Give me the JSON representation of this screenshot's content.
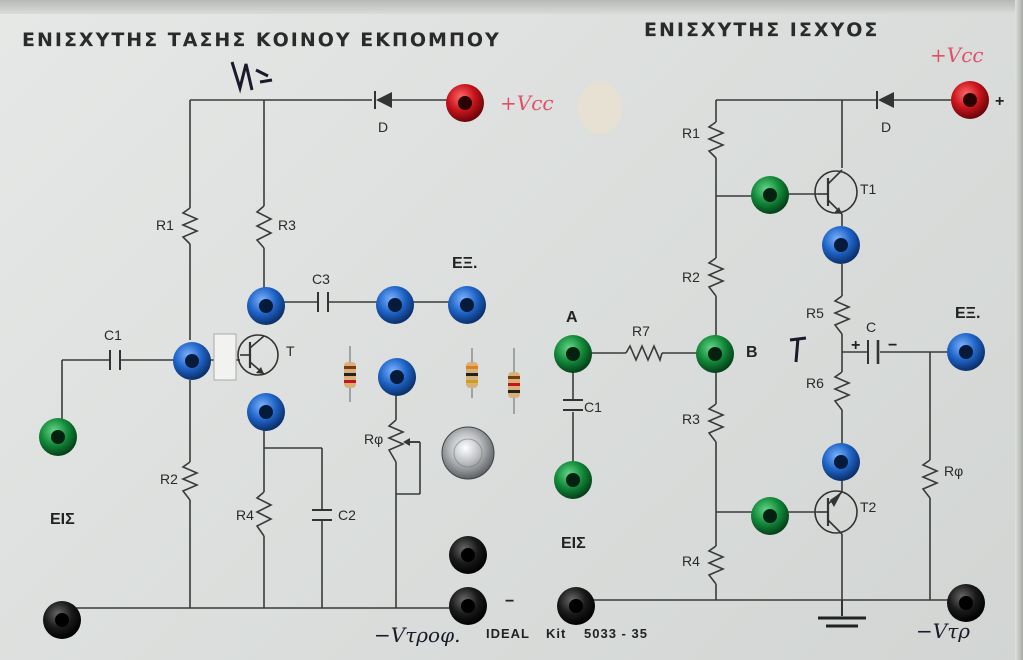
{
  "titles": {
    "left": "ΕΝΙΣΧΥΤΗΣ ΤΑΣΗΣ ΚΟΙΝΟΥ ΕΚΠΟΜΠΟΥ",
    "right": "ΕΝΙΣΧΥΤΗΣ ΙΣΧΥΟΣ"
  },
  "left_circuit": {
    "r1": "R1",
    "r2": "R2",
    "r3": "R3",
    "r4": "R4",
    "c1": "C1",
    "c2": "C2",
    "c3": "C3",
    "transistor": "T",
    "diode": "D",
    "pot": "Rφ",
    "output": "ΕΞ.",
    "input": "ΕΙΣ",
    "minus": "−"
  },
  "middle": {
    "a": "A",
    "b": "B",
    "r7": "R7",
    "c1": "C1",
    "input": "ΕΙΣ"
  },
  "right_circuit": {
    "r1": "R1",
    "r2": "R2",
    "r3": "R3",
    "r4": "R4",
    "r5": "R5",
    "r6": "R6",
    "c": "C",
    "t1": "T1",
    "t2": "T2",
    "diode": "D",
    "pot": "Rφ",
    "output": "ΕΞ.",
    "plus": "+",
    "cap_plus": "+",
    "cap_minus": "−"
  },
  "brand": {
    "name": "IDEAL",
    "kit": "Kit",
    "code": "5033 - 35"
  },
  "handwriting": {
    "vcc_left": "+Vcc",
    "vcc_right": "+Vcc",
    "vtrof_left": "−Vτροφ.",
    "vtrof_right": "−Vτρ"
  },
  "colors": {
    "panel": "#e2e4e3",
    "red_terminal": "#c8141c",
    "blue_terminal": "#1f64c8",
    "green_terminal": "#128a3a",
    "black_terminal": "#151515"
  }
}
